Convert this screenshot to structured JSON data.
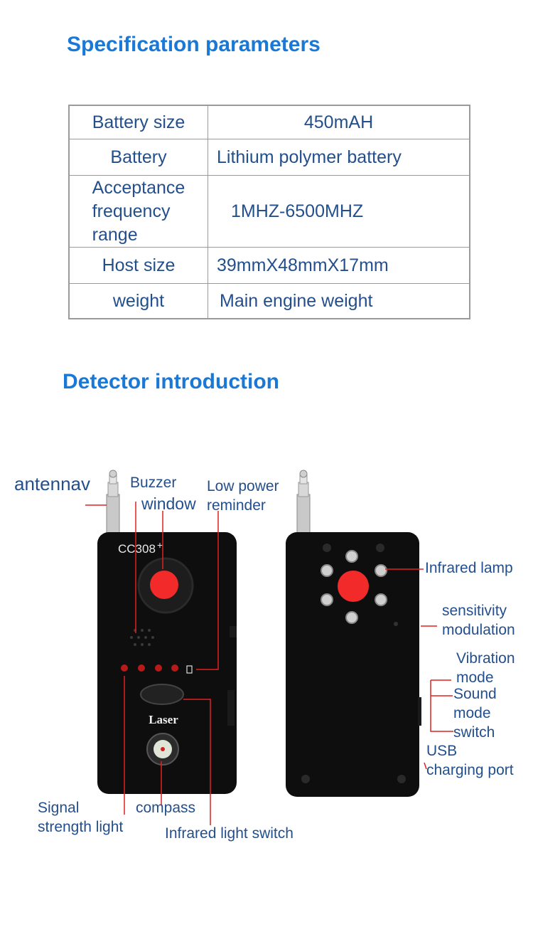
{
  "spec_title": "Specification parameters",
  "spec_rows": [
    {
      "key": "Battery size",
      "value": "450mAH"
    },
    {
      "key": "Battery",
      "value": "Lithium polymer battery"
    },
    {
      "key": "Acceptance\nfrequency\nrange",
      "value": "1MHZ-6500MHZ"
    },
    {
      "key": "Host size",
      "value": "39mmX48mmX17mm"
    },
    {
      "key": "weight",
      "value": "Main engine weight"
    }
  ],
  "detector_title": "Detector introduction",
  "device": {
    "model": "CC308",
    "model_suffix": "+",
    "button_text": "Laser"
  },
  "labels": {
    "antenna": "antennav",
    "buzzer": "Buzzer",
    "window": "window",
    "low_power": "Low power\nreminder",
    "infrared_lamp": "Infrared lamp",
    "sensitivity": "sensitivity\nmodulation",
    "vibration": "Vibration\nmode",
    "sound": "Sound\nmode\nswitch",
    "usb": "USB\ncharging port",
    "signal": "Signal\nstrength light",
    "compass": "compass",
    "infrared_switch": "Infrared light switch"
  },
  "colors": {
    "heading": "#1a78d6",
    "label": "#234f8c",
    "device_body": "#0e0e0e",
    "lens": "#f22a2a",
    "line": "#e02020"
  }
}
